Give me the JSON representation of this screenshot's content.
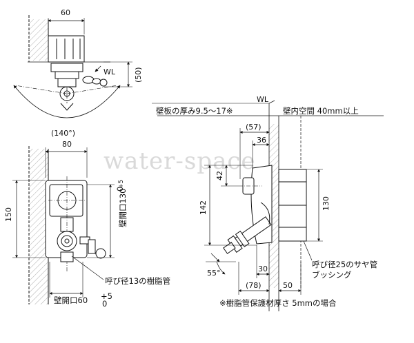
{
  "watermark": "water-space",
  "top_view": {
    "dim_width": "60",
    "dim_depth": "(50)",
    "angle": "(140°)",
    "wl_label": "WL"
  },
  "front_view": {
    "dim_width": "80",
    "dim_height": "150",
    "opening_vertical": "壁開口130",
    "opening_vertical_tol_plus": "+5",
    "opening_vertical_tol_minus": "0",
    "opening_horizontal": "壁開口60",
    "opening_horizontal_tol_plus": "+5",
    "opening_horizontal_tol_minus": "0",
    "pipe_label": "呼び径13の樹脂管"
  },
  "side_view": {
    "wl_label": "WL",
    "wall_thickness": "壁板の厚み9.5～17※",
    "wall_space": "壁内空間 40mm以上",
    "dim_57": "(57)",
    "dim_36": "36",
    "dim_42": "42",
    "dim_142": "142",
    "dim_130": "130",
    "dim_30": "30",
    "dim_78": "(78)",
    "dim_50": "50",
    "angle": "55°",
    "sleeve_label_1": "呼び径25のサヤ管",
    "sleeve_label_2": "ブッシング"
  },
  "footnote": "※樹脂管保護材厚さ 5mmの場合"
}
